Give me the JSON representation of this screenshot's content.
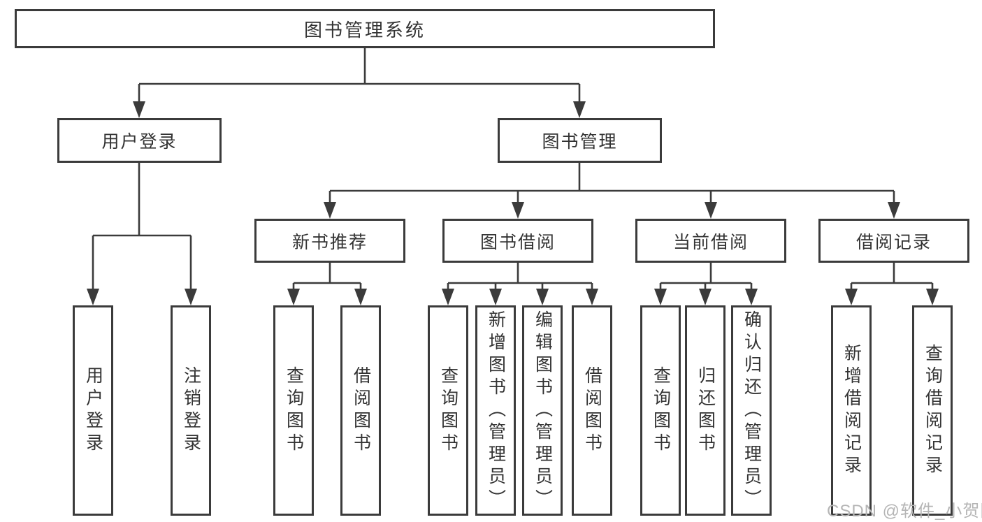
{
  "diagram": {
    "root": "图书管理系统",
    "level2": [
      {
        "label": "用户登录"
      },
      {
        "label": "图书管理"
      }
    ],
    "level3": [
      {
        "label": "新书推荐"
      },
      {
        "label": "图书借阅"
      },
      {
        "label": "当前借阅"
      },
      {
        "label": "借阅记录"
      }
    ],
    "leaves": {
      "user_login": [
        "用户登录",
        "注销登录"
      ],
      "new_book_recommend": [
        "查询图书",
        "借阅图书"
      ],
      "book_borrow": [
        "查询图书",
        "新增图书（管理员）",
        "编辑图书（管理员）",
        "借阅图书"
      ],
      "current_borrow": [
        "查询图书",
        "归还图书",
        "确认归还（管理员）"
      ],
      "borrow_records": [
        "新增借阅记录",
        "查询借阅记录"
      ]
    },
    "colors": {
      "line": "#3b3b3b",
      "text": "#333333",
      "watermark": "#b5b5b5"
    },
    "watermark": "CSDN @软件_小贺同学"
  }
}
